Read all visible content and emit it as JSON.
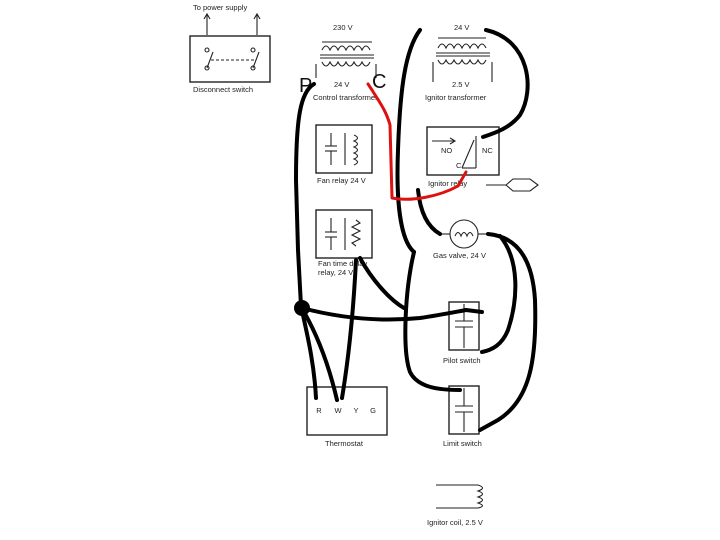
{
  "labels": {
    "power_supply": "To power supply",
    "disconnect_switch": "Disconnect switch",
    "control_voltage_primary": "230 V",
    "control_voltage_secondary": "24 V",
    "control_transformer": "Control transformer",
    "ignitor_voltage_primary": "24 V",
    "ignitor_voltage_secondary": "2.5 V",
    "ignitor_transformer": "Ignitor transformer",
    "fan_relay": "Fan relay 24 V",
    "ignitor_relay": "Ignitor relay",
    "relay_no": "NO",
    "relay_nc": "NC",
    "relay_c": "C",
    "fan_time_delay_line1": "Fan time delay",
    "fan_time_delay_line2": "relay, 24 V",
    "gas_valve": "Gas valve, 24 V",
    "pilot_switch": "Pilot switch",
    "thermostat": "Thermostat",
    "thermostat_r": "R",
    "thermostat_w": "W",
    "thermostat_y": "Y",
    "thermostat_g": "G",
    "limit_switch": "Limit switch",
    "ignitor_coil": "Ignitor coil, 2.5 V"
  },
  "annotations": {
    "p_marker": "P",
    "c_marker": "C"
  },
  "colors": {
    "wire": "#000000",
    "highlight_wire": "#dd1111",
    "line_art": "#222222"
  }
}
